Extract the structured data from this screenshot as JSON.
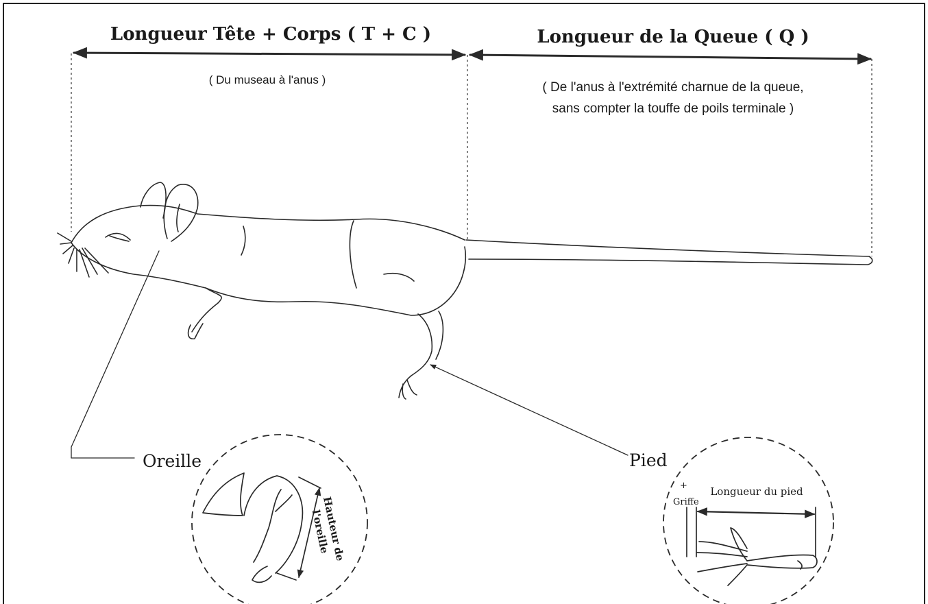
{
  "title_head_body": "Longueur Tête + Corps  ( T + C )",
  "note_head_body": "( Du museau à l'anus )",
  "title_tail": "Longueur de la Queue  ( Q )",
  "note_tail_line1": "( De l'anus à l'extrémité charnue de la queue,",
  "note_tail_line2": "sans compter la touffe de poils terminale )",
  "label_ear": "Oreille",
  "label_foot": "Pied",
  "ear_inset": {
    "measure_line1": "Hauteur de",
    "measure_line2": "l'oreille"
  },
  "foot_inset": {
    "claw_plus": "+",
    "claw_label": "Griffe",
    "measure_label": "Longueur du pied"
  },
  "colors": {
    "ink": "#1a1a1a",
    "frame": "#222222",
    "background": "#ffffff"
  }
}
